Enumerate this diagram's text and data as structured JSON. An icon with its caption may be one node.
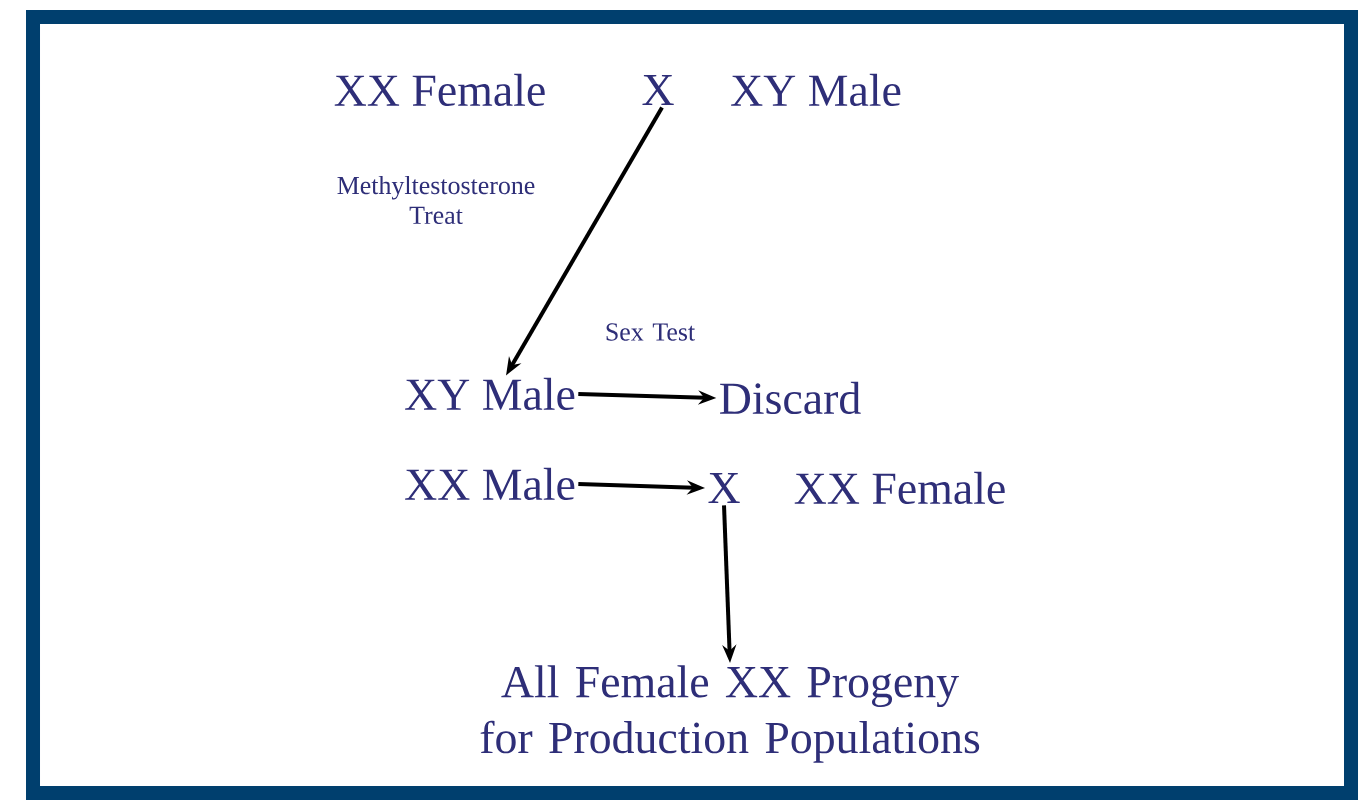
{
  "diagram": {
    "nodes": [
      {
        "text": [
          "XX Female"
        ]
      },
      {
        "text": [
          "X"
        ]
      },
      {
        "text": [
          "XY Male"
        ]
      },
      {
        "text": [
          "XY Male"
        ]
      },
      {
        "text": [
          "Discard"
        ]
      },
      {
        "text": [
          "XX Male"
        ]
      },
      {
        "text": [
          "X"
        ]
      },
      {
        "text": [
          "XX Female"
        ]
      },
      {
        "text": [
          "All Female XX Progeny for Production Populations"
        ]
      }
    ],
    "edges": [
      {
        "from": 1,
        "to": 3,
        "arrow": "to",
        "label": "Methyltestosterone Treat"
      },
      {
        "from": 3,
        "to": 4,
        "arrow": "to",
        "label": "Sex Test"
      },
      {
        "from": 5,
        "to": 6,
        "arrow": "to"
      },
      {
        "from": 6,
        "to": 8,
        "arrow": "to"
      }
    ]
  }
}
